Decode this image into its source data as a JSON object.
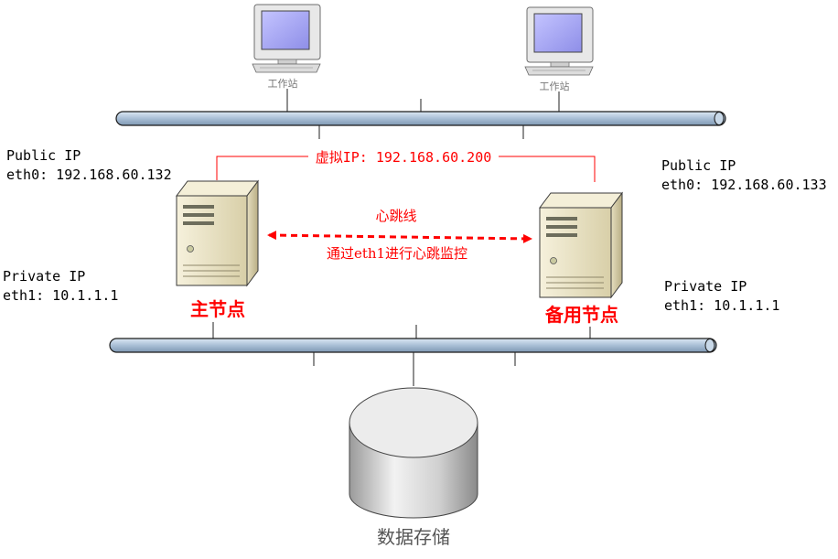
{
  "workstations": [
    {
      "label": "工作站"
    },
    {
      "label": "工作站"
    }
  ],
  "virtual_ip": "虚拟IP: 192.168.60.200",
  "heartbeat": {
    "title": "心跳线",
    "subtitle": "通过eth1进行心跳监控"
  },
  "primary_node": {
    "label": "主节点",
    "public_title": "Public IP",
    "public_ip": "eth0: 192.168.60.132",
    "private_title": "Private IP",
    "private_ip": "eth1: 10.1.1.1"
  },
  "backup_node": {
    "label": "备用节点",
    "public_title": "Public IP",
    "public_ip": "eth0: 192.168.60.133",
    "private_title": "Private IP",
    "private_ip": "eth1: 10.1.1.1"
  },
  "storage": {
    "label": "数据存储"
  },
  "colors": {
    "accent": "#ff0000",
    "bus_fill": "#b4c8dc",
    "bus_stroke": "#1a1a1a",
    "monitor_screen": "#a9a9f5",
    "server_body": "#efe9cf",
    "storage_fill": "#e0e0e0"
  }
}
